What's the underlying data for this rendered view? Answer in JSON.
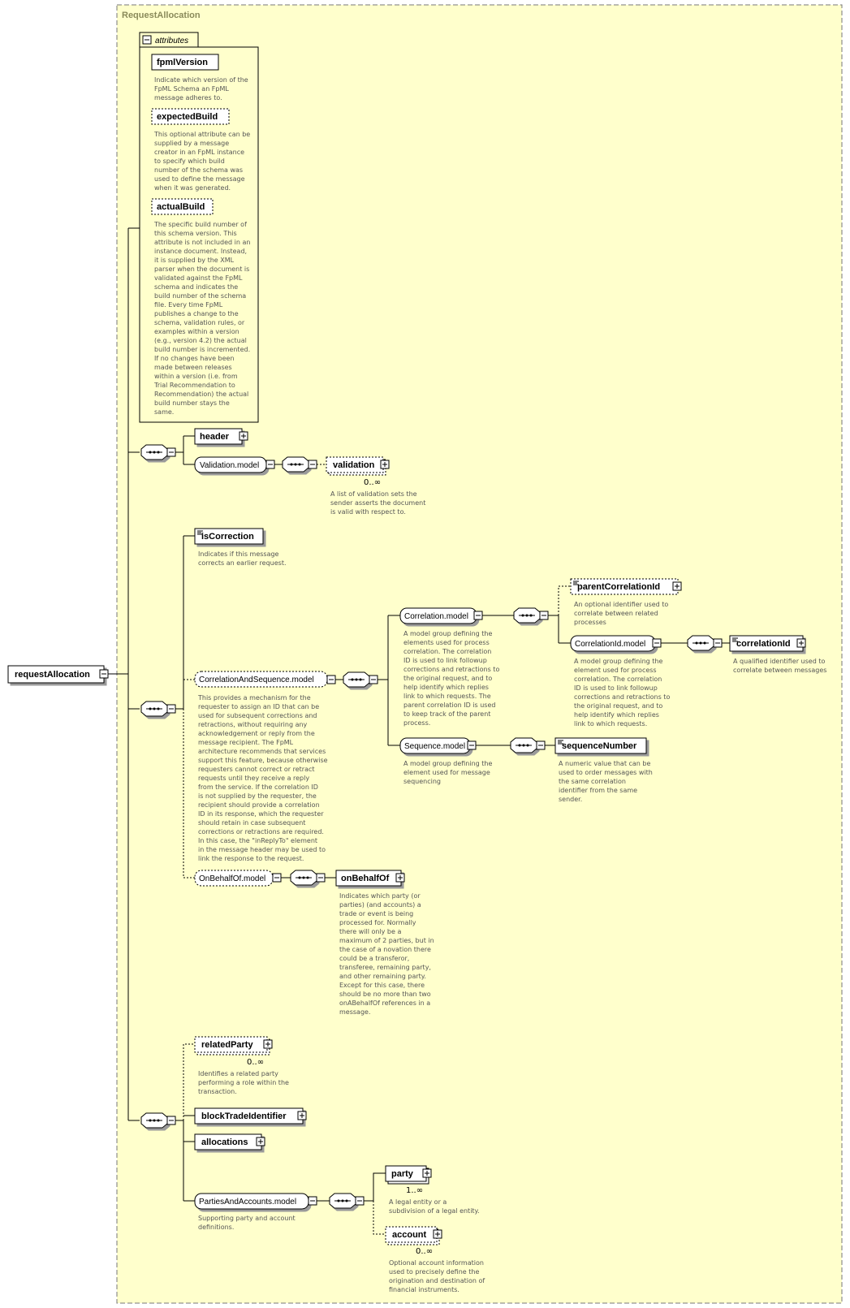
{
  "complex_type": "RequestAllocation",
  "root": {
    "name": "requestAllocation"
  },
  "attributes": {
    "header": "attributes",
    "items": [
      {
        "name": "fpmlVersion",
        "doc": [
          "Indicate which version of the",
          "FpML Schema an FpML",
          "message adheres to."
        ]
      },
      {
        "name": "expectedBuild",
        "doc": [
          "This optional attribute can be",
          "supplied by a message",
          "creator in an FpML instance",
          "to specify which build",
          "number of the schema was",
          "used to define the message",
          "when it was generated."
        ]
      },
      {
        "name": "actualBuild",
        "doc": [
          "The specific build number of",
          "this schema version. This",
          "attribute is not included in an",
          "instance document. Instead,",
          "it is supplied by the XML",
          "parser when the document is",
          "validated against the FpML",
          "schema and indicates the",
          "build number of the schema",
          "file. Every time FpML",
          "publishes a change to the",
          "schema, validation rules, or",
          "examples within a version",
          "(e.g., version 4.2) the actual",
          "build number is incremented.",
          "If no changes have been",
          "made between releases",
          "within a version (i.e. from",
          "Trial Recommendation to",
          "Recommendation) the actual",
          "build number stays the",
          "same."
        ]
      }
    ]
  },
  "seq1": {
    "header": {
      "name": "header"
    },
    "validation_model": {
      "name": "Validation.model"
    },
    "validation": {
      "name": "validation",
      "card": "0..∞",
      "doc": [
        "A list of validation sets the",
        "sender asserts the document",
        "is valid with respect to."
      ]
    }
  },
  "seq2": {
    "isCorrection": {
      "name": "isCorrection",
      "doc": [
        "Indicates if this message",
        "corrects an earlier request."
      ]
    },
    "corr_seq_model": {
      "name": "CorrelationAndSequence.model",
      "doc": [
        "This provides a mechanism for the",
        "requester to assign an ID that can be",
        "used for subsequent corrections and",
        "retractions, without requiring any",
        "acknowledgement or reply from the",
        "message recipient. The FpML",
        "architecture recommends that services",
        "support this feature, because otherwise",
        "requesters cannot correct or retract",
        "requests until they receive a reply",
        "from the service. If the correlation ID",
        "is not supplied by the requester, the",
        "recipient should provide a correlation",
        "ID in its response, which the requester",
        "should retain in case subsequent",
        "corrections or retractions are required.",
        "In this case, the \"inReplyTo\" element",
        "in the message header may be used to",
        "link the response to the request."
      ]
    },
    "correlation_model": {
      "name": "Correlation.model",
      "doc": [
        "A model group defining the",
        "elements used for process",
        "correlation. The correlation",
        "ID is used to link followup",
        "corrections and retractions to",
        "the original request, and to",
        "help identify which replies",
        "link to which requests. The",
        "parent correlation ID is used",
        "to keep track of the parent",
        "process."
      ]
    },
    "parentCorrelationId": {
      "name": "parentCorrelationId",
      "doc": [
        "An optional identifier used to",
        "correlate between related",
        "processes"
      ]
    },
    "correlationId_model": {
      "name": "CorrelationId.model",
      "doc": [
        "A model group defining the",
        "element used for process",
        "correlation. The correlation",
        "ID is used to link followup",
        "corrections and retractions to",
        "the original request, and to",
        "help identify which replies",
        "link to which requests."
      ]
    },
    "correlationId": {
      "name": "correlationId",
      "doc": [
        "A qualified identifier used to",
        "correlate between messages"
      ]
    },
    "sequence_model": {
      "name": "Sequence.model",
      "doc": [
        "A model group defining the",
        "element used for message",
        "sequencing"
      ]
    },
    "sequenceNumber": {
      "name": "sequenceNumber",
      "doc": [
        "A numeric value that can be",
        "used to order messages with",
        "the same correlation",
        "identifier from the same",
        "sender."
      ]
    },
    "onBehalfOf_model": {
      "name": "OnBehalfOf.model"
    },
    "onBehalfOf": {
      "name": "onBehalfOf",
      "doc": [
        "Indicates which party (or",
        "parties) (and accounts) a",
        "trade or event is being",
        "processed for. Normally",
        "there will only be a",
        "maximum of 2 parties, but in",
        "the case of a novation there",
        "could be a transferor,",
        "transferee, remaining party,",
        "and other remaining party.",
        "Except for this case, there",
        "should be no more than two",
        "onABehalfOf references in a",
        "message."
      ]
    }
  },
  "seq3": {
    "relatedParty": {
      "name": "relatedParty",
      "card": "0..∞",
      "doc": [
        "Identifies a related party",
        "performing a role within the",
        "transaction."
      ]
    },
    "blockTradeIdentifier": {
      "name": "blockTradeIdentifier"
    },
    "allocations": {
      "name": "allocations"
    },
    "parties_model": {
      "name": "PartiesAndAccounts.model",
      "doc": [
        "Supporting party and account",
        "definitions."
      ]
    },
    "party": {
      "name": "party",
      "card": "1..∞",
      "doc": [
        "A legal entity or a",
        "subdivision of a legal entity."
      ]
    },
    "account": {
      "name": "account",
      "card": "0..∞",
      "doc": [
        "Optional account information",
        "used to precisely define the",
        "origination and destination of",
        "financial instruments."
      ]
    }
  }
}
